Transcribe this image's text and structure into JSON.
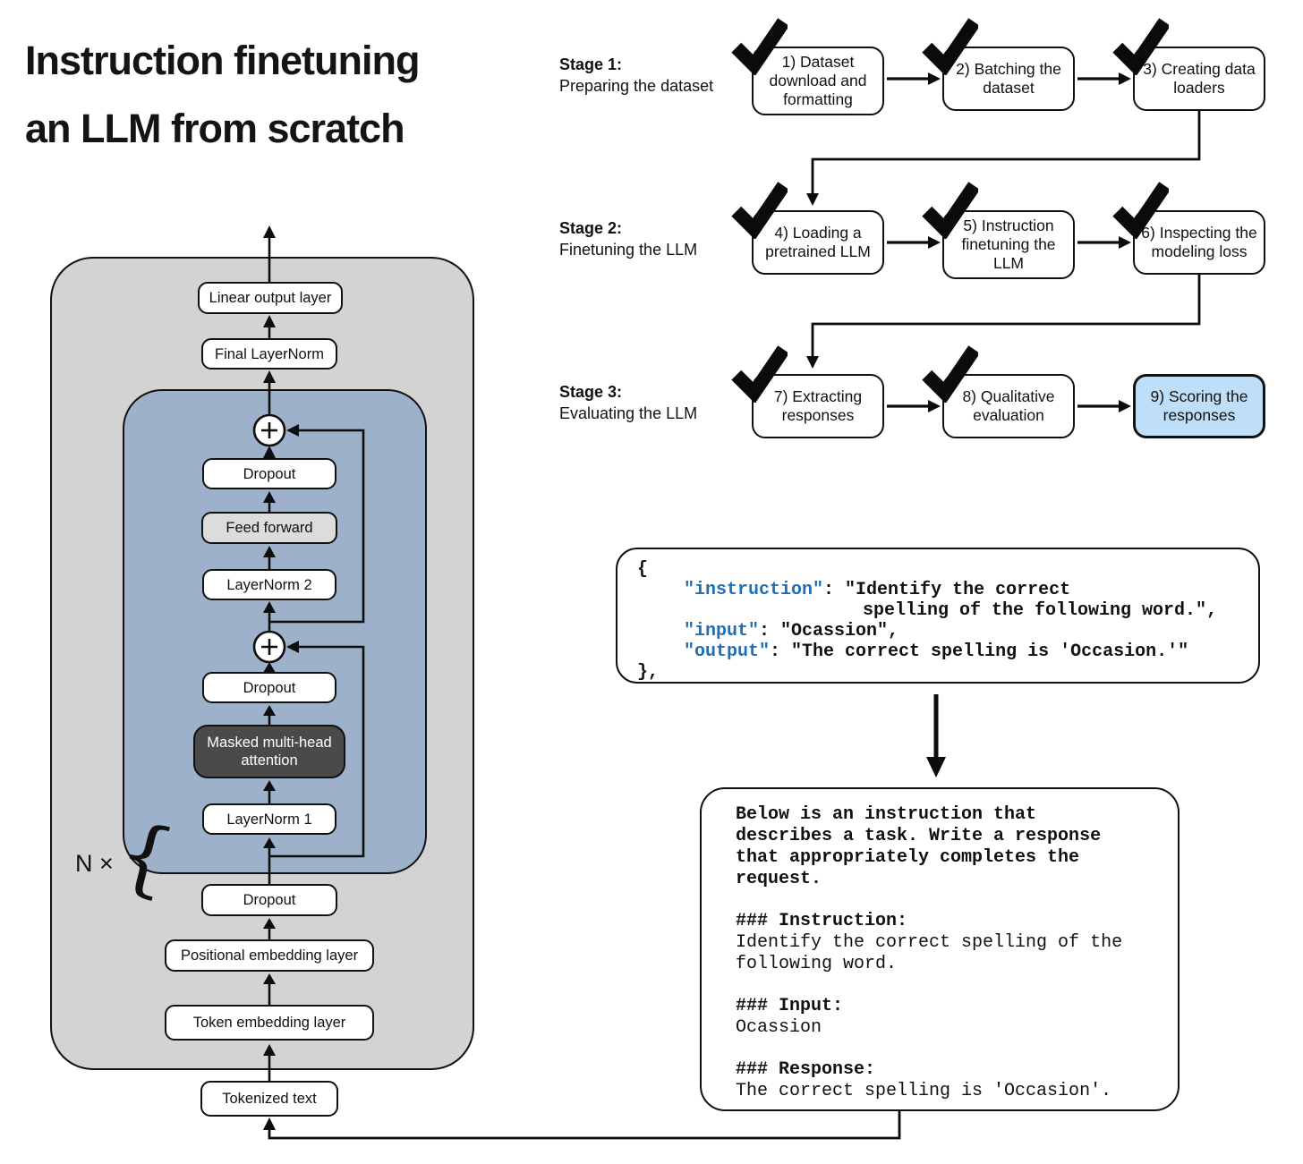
{
  "title": {
    "line1": "Instruction finetuning",
    "line2": "an LLM from scratch"
  },
  "colors": {
    "outer_block": "#d3d3d3",
    "transformer_block": "#9db2ca",
    "feed_forward": "#dcdcdc",
    "attention": "#4a4a4a",
    "highlight": "#bfdef7",
    "code_key": "#1e6fb8"
  },
  "architecture": {
    "repeat_label": "N ×",
    "brace": "{",
    "layers": {
      "linear_output": "Linear output layer",
      "final_layernorm": "Final LayerNorm",
      "dropout_top": "Dropout",
      "feed_forward": "Feed forward",
      "layernorm2": "LayerNorm 2",
      "dropout_mid": "Dropout",
      "masked_attention": "Masked multi-head attention",
      "layernorm1": "LayerNorm 1",
      "dropout_bottom": "Dropout",
      "positional_embedding": "Positional embedding layer",
      "token_embedding": "Token embedding layer",
      "tokenized_text": "Tokenized text"
    }
  },
  "pipeline": {
    "stages": [
      {
        "label": "Stage 1:",
        "sublabel": "Preparing the dataset",
        "steps": [
          {
            "label": "1) Dataset download and formatting",
            "checked": true
          },
          {
            "label": "2) Batching the dataset",
            "checked": true
          },
          {
            "label": "3) Creating data loaders",
            "checked": true
          }
        ]
      },
      {
        "label": "Stage 2:",
        "sublabel": "Finetuning the LLM",
        "steps": [
          {
            "label": "4) Loading a pretrained LLM",
            "checked": true
          },
          {
            "label": "5) Instruction finetuning the LLM",
            "checked": true
          },
          {
            "label": "6) Inspecting the modeling loss",
            "checked": true
          }
        ]
      },
      {
        "label": "Stage 3:",
        "sublabel": "Evaluating the LLM",
        "steps": [
          {
            "label": "7) Extracting responses",
            "checked": true
          },
          {
            "label": "8) Qualitative evaluation",
            "checked": true
          },
          {
            "label": "9) Scoring the responses",
            "checked": false,
            "highlighted": true
          }
        ]
      }
    ]
  },
  "code_sample": {
    "open_brace": "{",
    "instruction_key": "\"instruction\"",
    "colon": ": ",
    "instruction_value_line1": "\"Identify the correct",
    "instruction_value_line2": "spelling of the following word.\",",
    "input_key": "\"input\"",
    "input_value": "\"Ocassion\",",
    "output_key": "\"output\"",
    "output_value": "\"The correct spelling is 'Occasion.'\"",
    "close_brace": "},"
  },
  "formatted_prompt": {
    "intro": "Below is an instruction that describes a task. Write a response that appropriately completes the request.",
    "instruction_header": "### Instruction:",
    "instruction_text": "Identify the correct spelling of the following word.",
    "input_header": "### Input:",
    "input_text": "Ocassion",
    "response_header": "### Response:",
    "response_text": "The correct spelling is 'Occasion'."
  }
}
